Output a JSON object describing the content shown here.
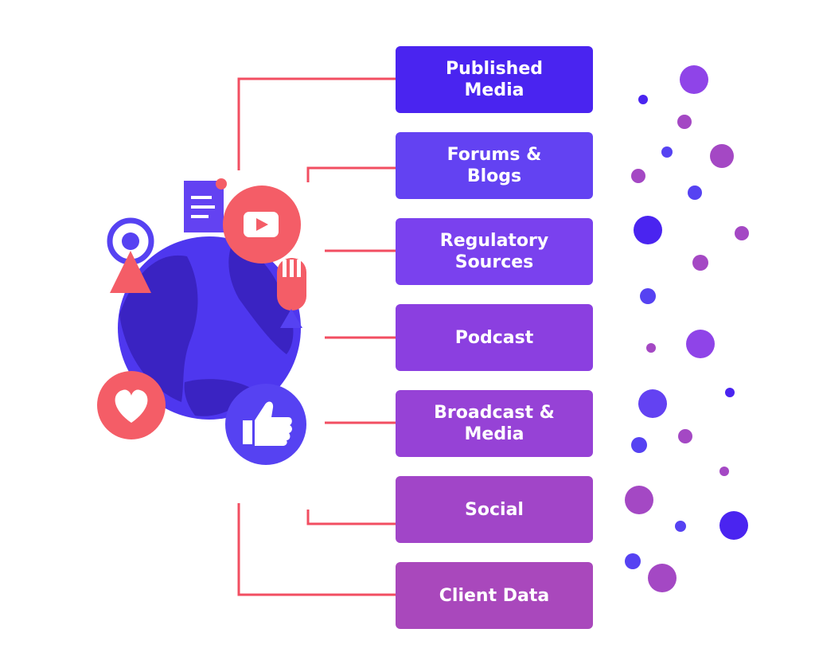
{
  "sources": [
    {
      "label": "Published\nMedia",
      "color": "#4a24f0"
    },
    {
      "label": "Forums &\nBlogs",
      "color": "#6342f2"
    },
    {
      "label": "Regulatory\nSources",
      "color": "#7a41ee"
    },
    {
      "label": "Podcast",
      "color": "#8b3fe0"
    },
    {
      "label": "Broadcast &\nMedia",
      "color": "#9642d6"
    },
    {
      "label": "Social",
      "color": "#a145c8"
    },
    {
      "label": "Client Data",
      "color": "#a948bc"
    }
  ],
  "colors": {
    "connector": "#f24e61",
    "globe": "#4e37ef",
    "globe_land": "#3a23c2",
    "accent_red": "#f45d67",
    "accent_blue": "#5642f2",
    "accent_purple": "#a448c4"
  },
  "icons": [
    "document-icon",
    "youtube-icon",
    "location-pin-icon",
    "microphone-icon",
    "heart-icon",
    "thumbs-up-icon"
  ]
}
